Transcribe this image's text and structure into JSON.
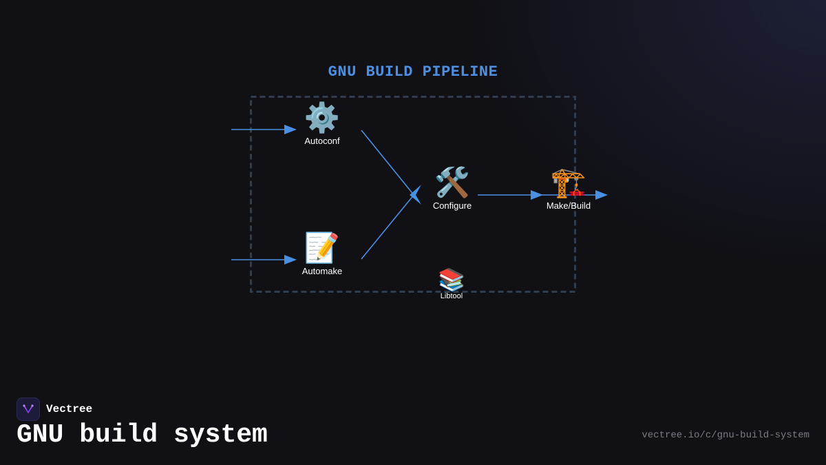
{
  "diagram": {
    "title": "GNU BUILD PIPELINE",
    "nodes": {
      "autoconf": {
        "icon": "gear-icon",
        "glyph": "⚙️",
        "label": "Autoconf"
      },
      "automake": {
        "icon": "memo-icon",
        "glyph": "📝",
        "label": "Automake"
      },
      "configure": {
        "icon": "hammer-and-wrench-icon",
        "glyph": "🛠️",
        "label": "Configure"
      },
      "make_build": {
        "icon": "crane-icon",
        "glyph": "🏗️",
        "label": "Make/Build"
      },
      "libtool": {
        "icon": "books-icon",
        "glyph": "📚",
        "label": "Libtool"
      }
    },
    "edges": [
      {
        "from": "input",
        "to": "Autoconf"
      },
      {
        "from": "input",
        "to": "Automake"
      },
      {
        "from": "Autoconf",
        "to": "Configure"
      },
      {
        "from": "Automake",
        "to": "Configure"
      },
      {
        "from": "Configure",
        "to": "Make/Build"
      },
      {
        "from": "Make/Build",
        "to": "output"
      }
    ],
    "colors": {
      "title": "#4d8fe0",
      "edge": "#4a90e2",
      "boundary": "#2f3d4f"
    }
  },
  "footer": {
    "brand": "Vectree",
    "title": "GNU build system",
    "url": "vectree.io/c/gnu-build-system"
  }
}
